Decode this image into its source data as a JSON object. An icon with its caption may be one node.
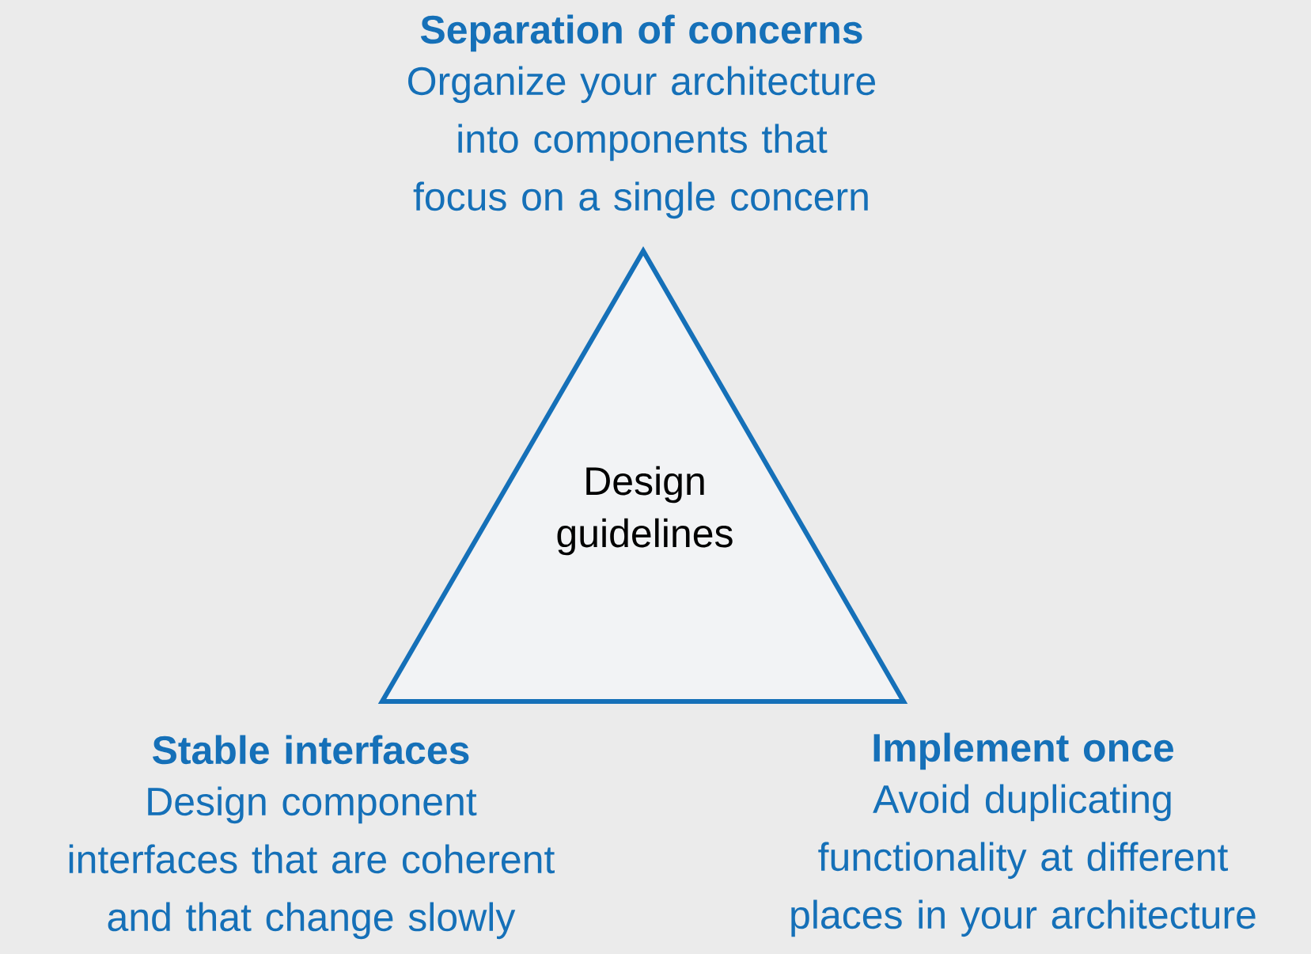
{
  "diagram": {
    "nodes": [
      {
        "text": [
          "Design guidelines"
        ]
      }
    ],
    "labels": [
      "Separation of concerns",
      "Organize your architecture into components that focus on a single concern",
      "Stable interfaces",
      "Design component interfaces that are coherent and that change slowly",
      "Implement once",
      "Avoid duplicating functionality at different places in your architecture"
    ]
  }
}
